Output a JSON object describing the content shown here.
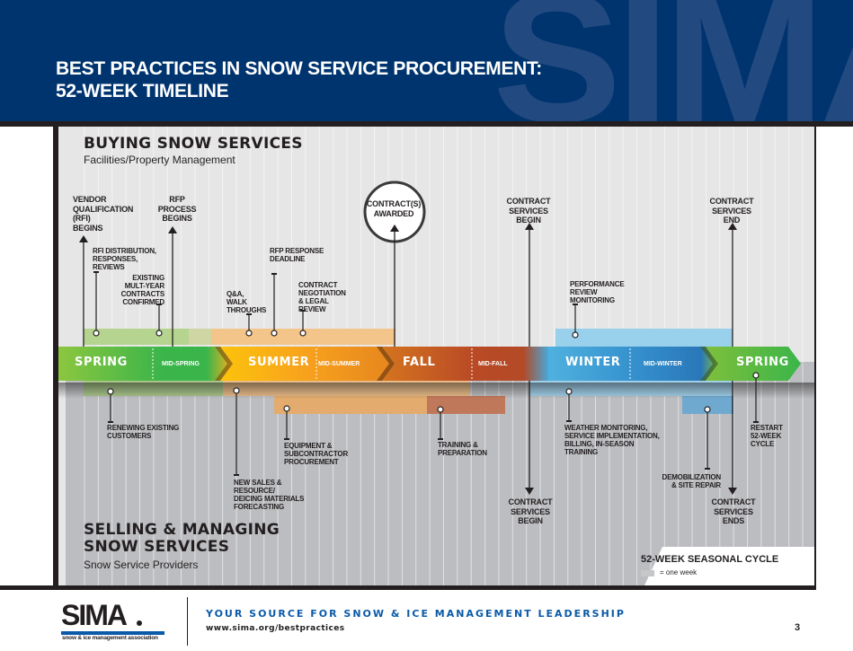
{
  "header": {
    "watermark": "SIMA",
    "title_line1": "BEST PRACTICES IN SNOW SERVICE PROCUREMENT:",
    "title_line2": "52-WEEK TIMELINE"
  },
  "colors": {
    "header_bg": "#00346f",
    "buy_bg": "#e6e6e6",
    "sell_bg": "#bcbdc0",
    "spring": "#6cbe45",
    "summer": "#f5a21b",
    "fall": "#c8641f",
    "winter": "#3fa0d5",
    "brand_blue": "#0a5aa8"
  },
  "buying": {
    "title": "BUYING SNOW SERVICES",
    "subtitle": "Facilities/Property Management",
    "milestones": [
      {
        "id": "vendor-qualification",
        "lines": [
          "VENDOR",
          "QUALIFICATION",
          "(RFI)",
          "BEGINS"
        ]
      },
      {
        "id": "rfp-process",
        "lines": [
          "RFP",
          "PROCESS",
          "BEGINS"
        ]
      },
      {
        "id": "contracts-awarded",
        "lines": [
          "CONTRACT(S)",
          "AWARDED"
        ]
      },
      {
        "id": "contract-services-begin",
        "lines": [
          "CONTRACT",
          "SERVICES",
          "BEGIN"
        ]
      },
      {
        "id": "contract-services-end",
        "lines": [
          "CONTRACT",
          "SERVICES",
          "END"
        ]
      }
    ],
    "events": [
      {
        "id": "rfi-distribution",
        "lines": [
          "RFI DISTRIBUTION,",
          "RESPONSES,",
          "REVIEWS"
        ]
      },
      {
        "id": "existing-contracts",
        "lines": [
          "EXISTING",
          "MULT-YEAR",
          "CONTRACTS",
          "CONFIRMED"
        ]
      },
      {
        "id": "qa-walkthroughs",
        "lines": [
          "Q&A,",
          "WALK",
          "THROUGHS"
        ]
      },
      {
        "id": "rfp-response-deadline",
        "lines": [
          "RFP RESPONSE",
          "DEADLINE"
        ]
      },
      {
        "id": "contract-negotiation",
        "lines": [
          "CONTRACT",
          "NEGOTIATION",
          "& LEGAL",
          "REVIEW"
        ]
      },
      {
        "id": "performance-review",
        "lines": [
          "PERFORMANCE",
          "REVIEW",
          "MONITORING"
        ]
      }
    ]
  },
  "seasons": {
    "labels": [
      "SPRING",
      "SUMMER",
      "FALL",
      "WINTER",
      "SPRING"
    ],
    "mid_labels": [
      "MID-SPRING",
      "MID-SUMMER",
      "MID-FALL",
      "MID-WINTER"
    ]
  },
  "selling": {
    "title_line1": "SELLING & MANAGING",
    "title_line2": "SNOW SERVICES",
    "subtitle": "Snow Service Providers",
    "milestones": [
      {
        "id": "contract-services-begin",
        "lines": [
          "CONTRACT",
          "SERVICES",
          "BEGIN"
        ]
      },
      {
        "id": "contract-services-ends",
        "lines": [
          "CONTRACT",
          "SERVICES",
          "ENDS"
        ]
      }
    ],
    "events": [
      {
        "id": "renewing-customers",
        "lines": [
          "RENEWING EXISTING",
          "CUSTOMERS"
        ]
      },
      {
        "id": "new-sales",
        "lines": [
          "NEW SALES &",
          "RESOURCE/",
          "DEICING MATERIALS",
          "FORECASTING"
        ]
      },
      {
        "id": "equipment-procurement",
        "lines": [
          "EQUIPMENT &",
          "SUBCONTRACTOR",
          "PROCUREMENT"
        ]
      },
      {
        "id": "training-preparation",
        "lines": [
          "TRAINING &",
          "PREPARATION"
        ]
      },
      {
        "id": "weather-monitoring",
        "lines": [
          "WEATHER MONITORING,",
          "SERVICE IMPLEMENTATION,",
          "BILLING, IN-SEASON",
          "TRAINING"
        ]
      },
      {
        "id": "demobilization",
        "lines": [
          "DEMOBILIZATION",
          "& SITE REPAIR"
        ]
      },
      {
        "id": "restart-cycle",
        "lines": [
          "RESTART",
          "52-WEEK",
          "CYCLE"
        ]
      }
    ]
  },
  "legend": {
    "title": "52-WEEK SEASONAL CYCLE",
    "swatch_text": "= one week",
    "weeks": 52
  },
  "footer": {
    "logo_text": "SIMA",
    "logo_subtext": "snow & ice management association",
    "tagline": "YOUR SOURCE FOR SNOW & ICE MANAGEMENT LEADERSHIP",
    "url": "www.sima.org/bestpractices",
    "page_number": "3"
  }
}
